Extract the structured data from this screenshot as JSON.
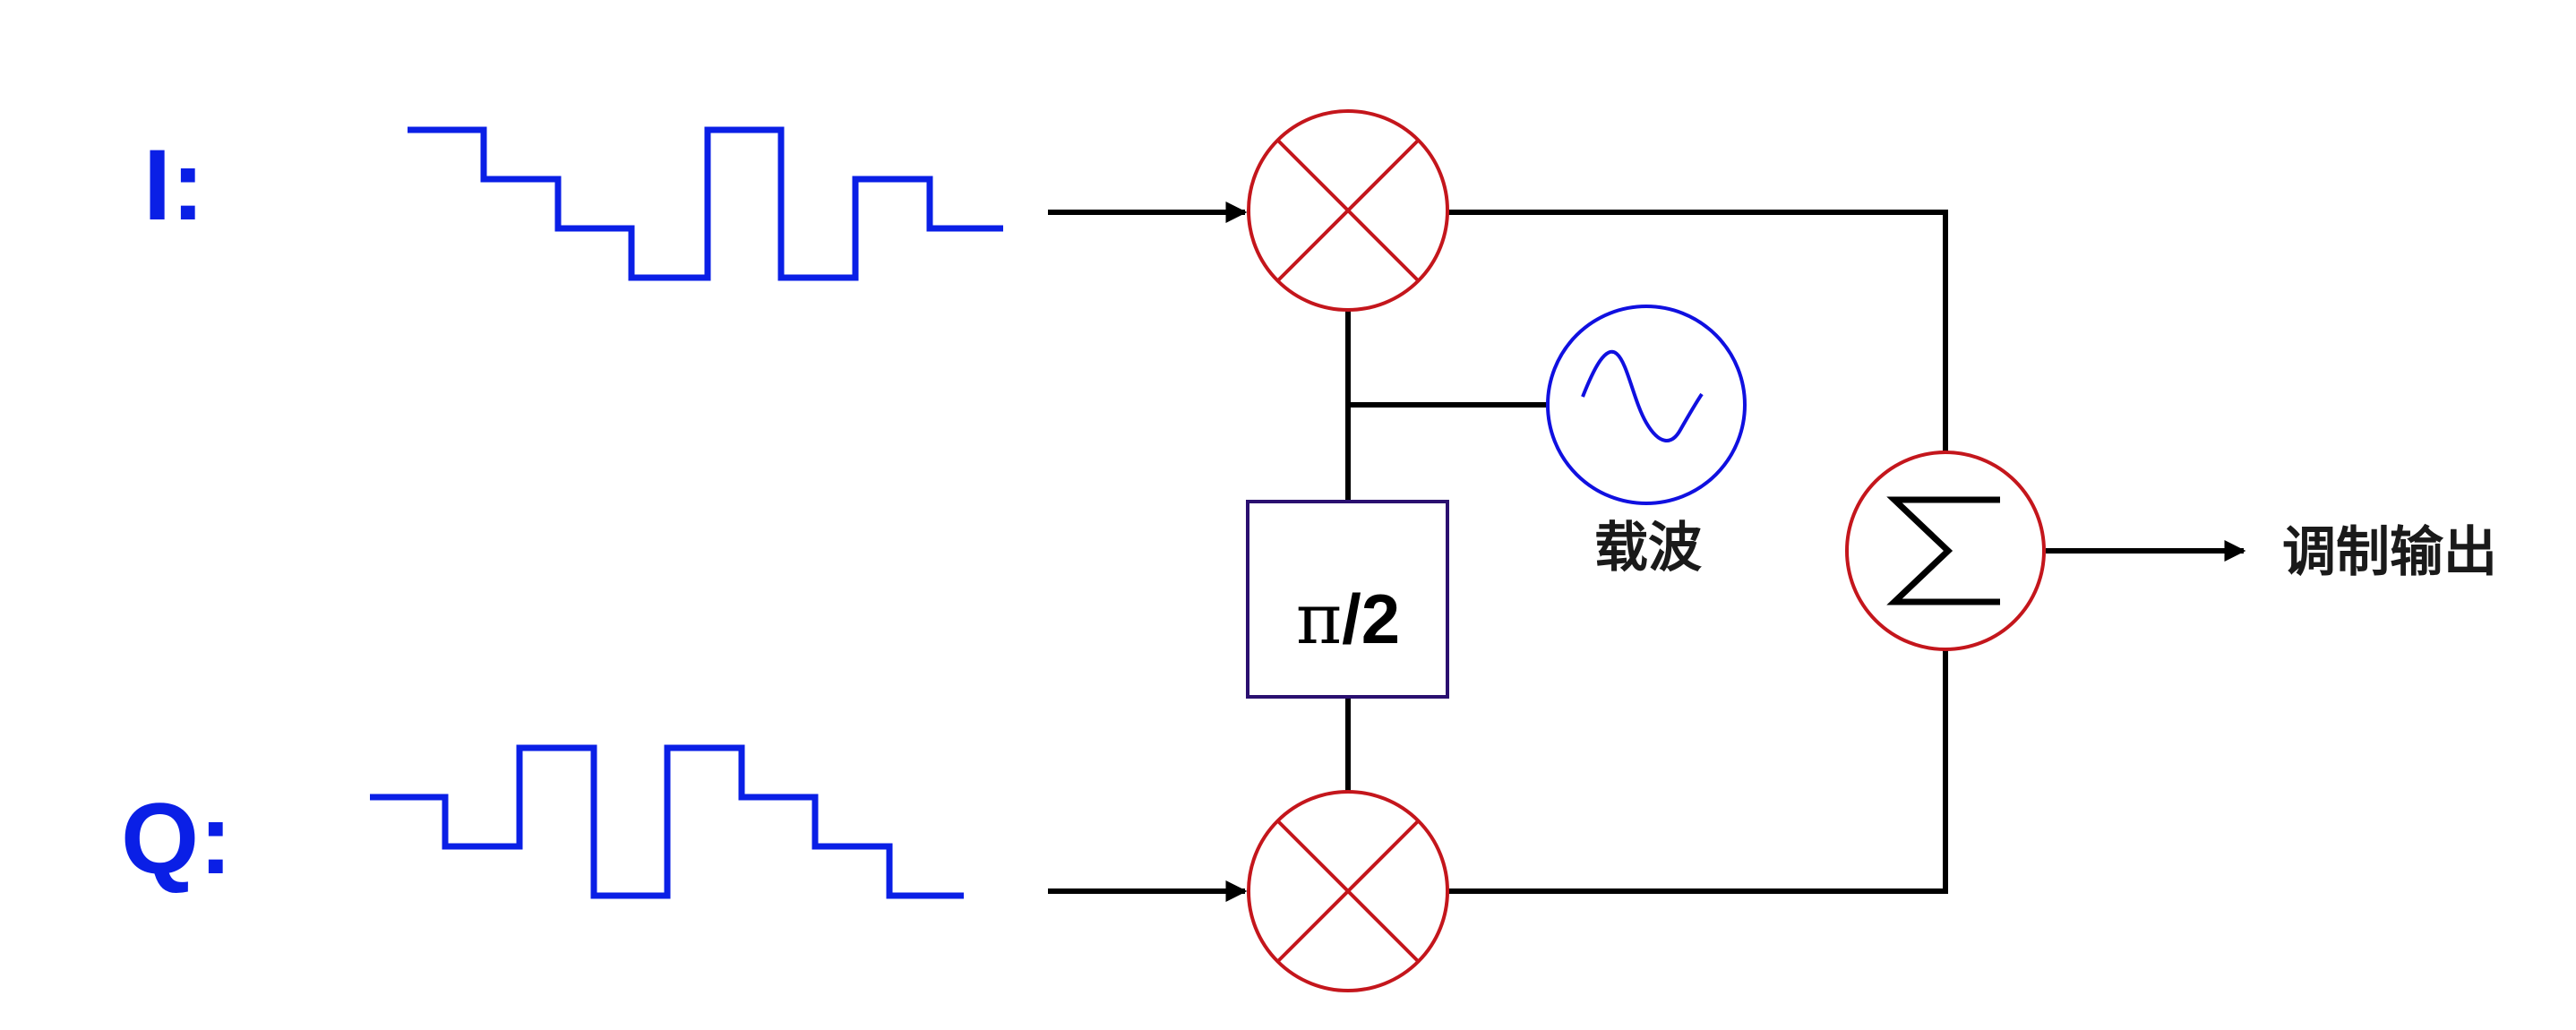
{
  "labels": {
    "i_signal": "I:",
    "q_signal": "Q:",
    "carrier": "载波",
    "output": "调制输出",
    "phase_shift_symbol": "π",
    "phase_shift_rest": "/2"
  },
  "colors": {
    "signal": "#0a1fe6",
    "mixer": "#c4161c",
    "wire": "#000000",
    "oscillator": "#1010e0",
    "phase_box": "#2a1070"
  },
  "icons": {
    "mixer": "multiplier-cross-icon",
    "oscillator": "sine-wave-icon",
    "summer": "sigma-icon"
  }
}
